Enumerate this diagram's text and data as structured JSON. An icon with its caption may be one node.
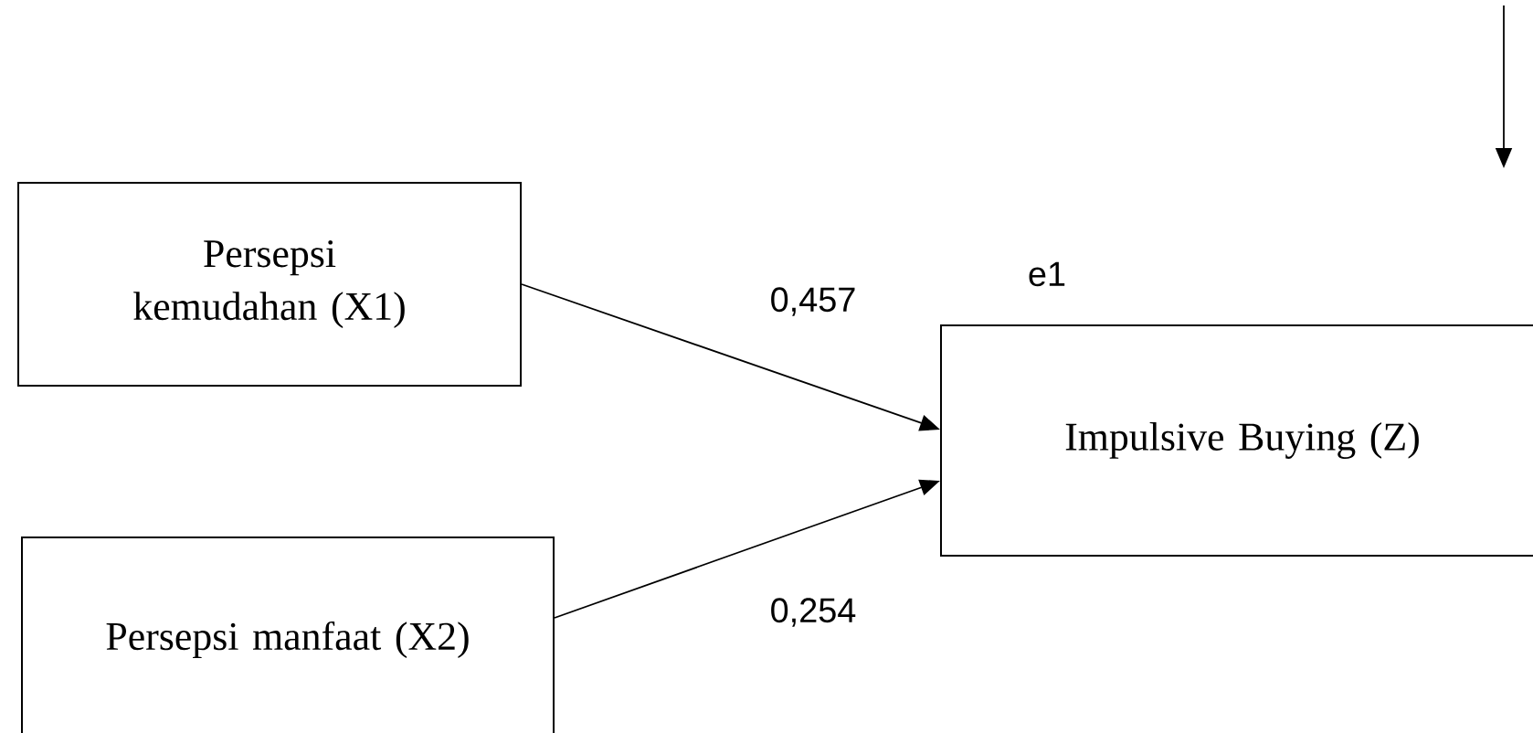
{
  "diagram": {
    "nodes": [
      {
        "text": [
          "Persepsi kemudahan (X1)"
        ]
      },
      {
        "text": [
          "Persepsi manfaat (X2)"
        ]
      },
      {
        "text": [
          "Impulsive Buying (Z)"
        ]
      }
    ],
    "edges": [
      {
        "from": 0,
        "to": 2,
        "arrow": "to",
        "label": "0,457"
      },
      {
        "from": 1,
        "to": 2,
        "arrow": "to",
        "label": "0,254"
      }
    ],
    "labels": [
      "e1"
    ]
  }
}
